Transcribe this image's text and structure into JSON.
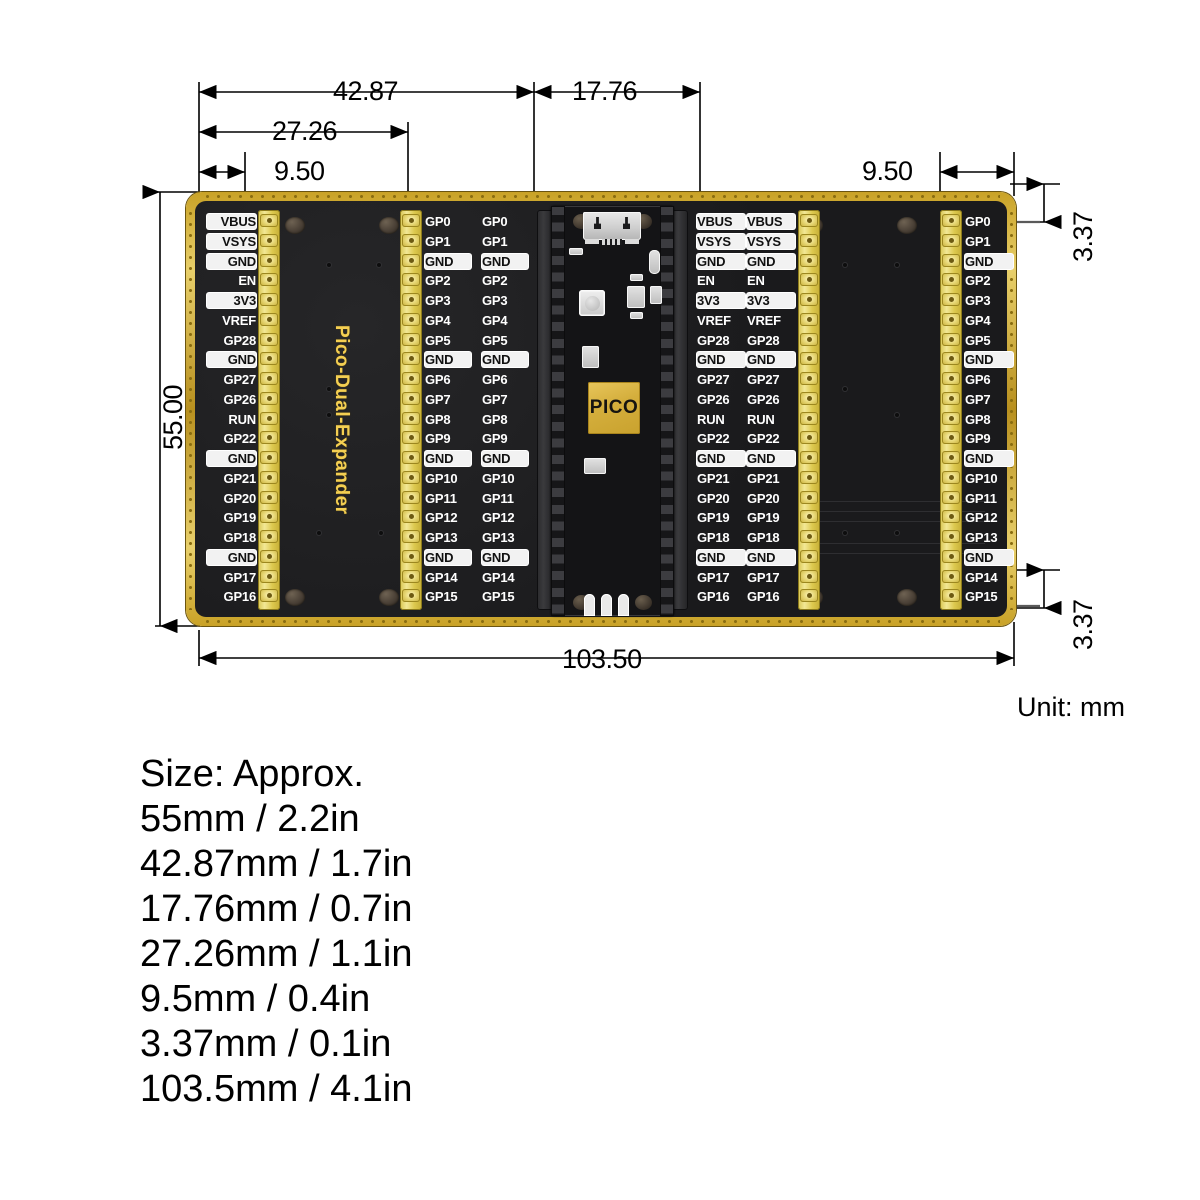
{
  "diagram": {
    "unit_label": "Unit: mm",
    "board_silkscreen": "Pico-Dual-Expander",
    "module_label": "PICO",
    "dimensions": {
      "top_42_87": "42.87",
      "top_17_76": "17.76",
      "top_27_26": "27.26",
      "top_left_9_50": "9.50",
      "top_right_9_50": "9.50",
      "left_55_00": "55.00",
      "bottom_103_50": "103.50",
      "right_top_3_37": "3.37",
      "right_bottom_3_37": "3.37"
    }
  },
  "pin_columns": {
    "left_outer": [
      {
        "label": "VBUS",
        "style": "light"
      },
      {
        "label": "VSYS",
        "style": "light"
      },
      {
        "label": "GND",
        "style": "light"
      },
      {
        "label": "EN",
        "style": "dark"
      },
      {
        "label": "3V3",
        "style": "light"
      },
      {
        "label": "VREF",
        "style": "dark"
      },
      {
        "label": "GP28",
        "style": "dark"
      },
      {
        "label": "GND",
        "style": "light"
      },
      {
        "label": "GP27",
        "style": "dark"
      },
      {
        "label": "GP26",
        "style": "dark"
      },
      {
        "label": "RUN",
        "style": "dark"
      },
      {
        "label": "GP22",
        "style": "dark"
      },
      {
        "label": "GND",
        "style": "light"
      },
      {
        "label": "GP21",
        "style": "dark"
      },
      {
        "label": "GP20",
        "style": "dark"
      },
      {
        "label": "GP19",
        "style": "dark"
      },
      {
        "label": "GP18",
        "style": "dark"
      },
      {
        "label": "GND",
        "style": "light"
      },
      {
        "label": "GP17",
        "style": "dark"
      },
      {
        "label": "GP16",
        "style": "dark"
      }
    ],
    "center_left_a": [
      {
        "label": "GP0",
        "style": "dark"
      },
      {
        "label": "GP1",
        "style": "dark"
      },
      {
        "label": "GND",
        "style": "light"
      },
      {
        "label": "GP2",
        "style": "dark"
      },
      {
        "label": "GP3",
        "style": "dark"
      },
      {
        "label": "GP4",
        "style": "dark"
      },
      {
        "label": "GP5",
        "style": "dark"
      },
      {
        "label": "GND",
        "style": "light"
      },
      {
        "label": "GP6",
        "style": "dark"
      },
      {
        "label": "GP7",
        "style": "dark"
      },
      {
        "label": "GP8",
        "style": "dark"
      },
      {
        "label": "GP9",
        "style": "dark"
      },
      {
        "label": "GND",
        "style": "light"
      },
      {
        "label": "GP10",
        "style": "dark"
      },
      {
        "label": "GP11",
        "style": "dark"
      },
      {
        "label": "GP12",
        "style": "dark"
      },
      {
        "label": "GP13",
        "style": "dark"
      },
      {
        "label": "GND",
        "style": "light"
      },
      {
        "label": "GP14",
        "style": "dark"
      },
      {
        "label": "GP15",
        "style": "dark"
      }
    ],
    "center_left_b": [
      {
        "label": "GP0",
        "style": "dark"
      },
      {
        "label": "GP1",
        "style": "dark"
      },
      {
        "label": "GND",
        "style": "light"
      },
      {
        "label": "GP2",
        "style": "dark"
      },
      {
        "label": "GP3",
        "style": "dark"
      },
      {
        "label": "GP4",
        "style": "dark"
      },
      {
        "label": "GP5",
        "style": "dark"
      },
      {
        "label": "GND",
        "style": "light"
      },
      {
        "label": "GP6",
        "style": "dark"
      },
      {
        "label": "GP7",
        "style": "dark"
      },
      {
        "label": "GP8",
        "style": "dark"
      },
      {
        "label": "GP9",
        "style": "dark"
      },
      {
        "label": "GND",
        "style": "light"
      },
      {
        "label": "GP10",
        "style": "dark"
      },
      {
        "label": "GP11",
        "style": "dark"
      },
      {
        "label": "GP12",
        "style": "dark"
      },
      {
        "label": "GP13",
        "style": "dark"
      },
      {
        "label": "GND",
        "style": "light"
      },
      {
        "label": "GP14",
        "style": "dark"
      },
      {
        "label": "GP15",
        "style": "dark"
      }
    ],
    "center_right_a": [
      {
        "label": "VBUS",
        "style": "light"
      },
      {
        "label": "VSYS",
        "style": "light"
      },
      {
        "label": "GND",
        "style": "light"
      },
      {
        "label": "EN",
        "style": "dark"
      },
      {
        "label": "3V3",
        "style": "light"
      },
      {
        "label": "VREF",
        "style": "dark"
      },
      {
        "label": "GP28",
        "style": "dark"
      },
      {
        "label": "GND",
        "style": "light"
      },
      {
        "label": "GP27",
        "style": "dark"
      },
      {
        "label": "GP26",
        "style": "dark"
      },
      {
        "label": "RUN",
        "style": "dark"
      },
      {
        "label": "GP22",
        "style": "dark"
      },
      {
        "label": "GND",
        "style": "light"
      },
      {
        "label": "GP21",
        "style": "dark"
      },
      {
        "label": "GP20",
        "style": "dark"
      },
      {
        "label": "GP19",
        "style": "dark"
      },
      {
        "label": "GP18",
        "style": "dark"
      },
      {
        "label": "GND",
        "style": "light"
      },
      {
        "label": "GP17",
        "style": "dark"
      },
      {
        "label": "GP16",
        "style": "dark"
      }
    ],
    "center_right_b": [
      {
        "label": "VBUS",
        "style": "light"
      },
      {
        "label": "VSYS",
        "style": "light"
      },
      {
        "label": "GND",
        "style": "light"
      },
      {
        "label": "EN",
        "style": "dark"
      },
      {
        "label": "3V3",
        "style": "light"
      },
      {
        "label": "VREF",
        "style": "dark"
      },
      {
        "label": "GP28",
        "style": "dark"
      },
      {
        "label": "GND",
        "style": "light"
      },
      {
        "label": "GP27",
        "style": "dark"
      },
      {
        "label": "GP26",
        "style": "dark"
      },
      {
        "label": "RUN",
        "style": "dark"
      },
      {
        "label": "GP22",
        "style": "dark"
      },
      {
        "label": "GND",
        "style": "light"
      },
      {
        "label": "GP21",
        "style": "dark"
      },
      {
        "label": "GP20",
        "style": "dark"
      },
      {
        "label": "GP19",
        "style": "dark"
      },
      {
        "label": "GP18",
        "style": "dark"
      },
      {
        "label": "GND",
        "style": "light"
      },
      {
        "label": "GP17",
        "style": "dark"
      },
      {
        "label": "GP16",
        "style": "dark"
      }
    ],
    "right_outer": [
      {
        "label": "GP0",
        "style": "dark"
      },
      {
        "label": "GP1",
        "style": "dark"
      },
      {
        "label": "GND",
        "style": "light"
      },
      {
        "label": "GP2",
        "style": "dark"
      },
      {
        "label": "GP3",
        "style": "dark"
      },
      {
        "label": "GP4",
        "style": "dark"
      },
      {
        "label": "GP5",
        "style": "dark"
      },
      {
        "label": "GND",
        "style": "light"
      },
      {
        "label": "GP6",
        "style": "dark"
      },
      {
        "label": "GP7",
        "style": "dark"
      },
      {
        "label": "GP8",
        "style": "dark"
      },
      {
        "label": "GP9",
        "style": "dark"
      },
      {
        "label": "GND",
        "style": "light"
      },
      {
        "label": "GP10",
        "style": "dark"
      },
      {
        "label": "GP11",
        "style": "dark"
      },
      {
        "label": "GP12",
        "style": "dark"
      },
      {
        "label": "GP13",
        "style": "dark"
      },
      {
        "label": "GND",
        "style": "light"
      },
      {
        "label": "GP14",
        "style": "dark"
      },
      {
        "label": "GP15",
        "style": "dark"
      }
    ]
  },
  "size_text": {
    "heading": "Size: Approx.",
    "lines": [
      "55mm / 2.2in",
      "42.87mm / 1.7in",
      "17.76mm / 0.7in",
      "27.26mm / 1.1in",
      "9.5mm / 0.4in",
      "3.37mm / 0.1in",
      "103.5mm / 4.1in"
    ]
  },
  "colors": {
    "pcb_gold": "#c9a227",
    "pcb_black": "#1c1c1e",
    "header_gold": "#ddc94f",
    "silkscreen": "#f4cf52",
    "chip_gold": "#d4ae3c",
    "dimension_line": "#000000"
  }
}
